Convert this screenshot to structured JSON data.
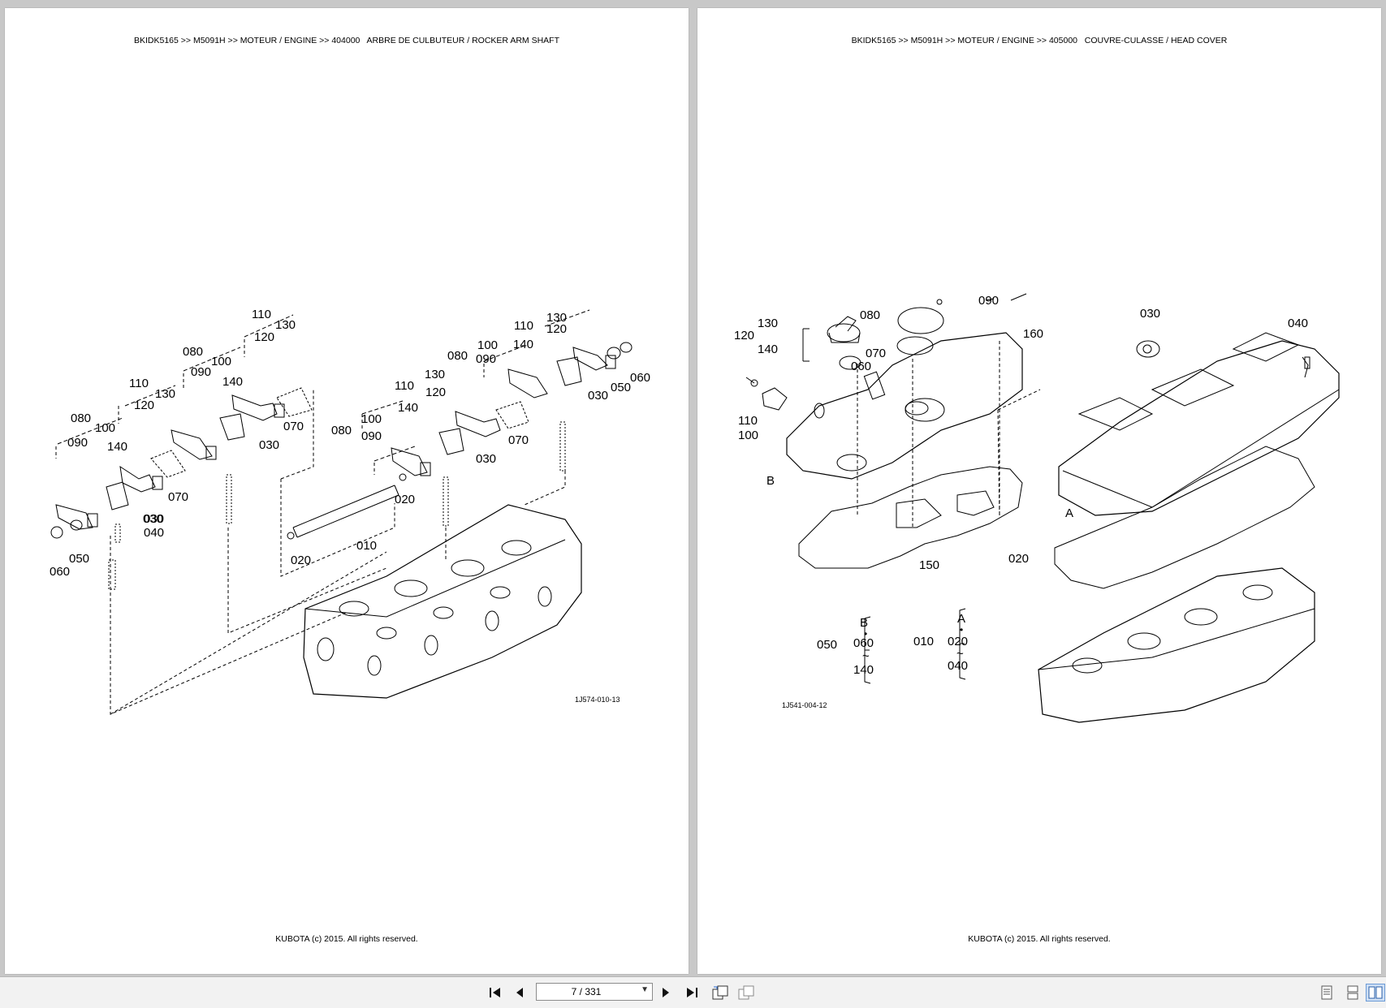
{
  "left_page": {
    "header": "BKIDK5165 >> M5091H >> MOTEUR / ENGINE >> 404000   ARBRE DE CULBUTEUR / ROCKER ARM SHAFT",
    "footer": "KUBOTA (c) 2015. All rights reserved.",
    "figure_code": "1J574-010-13",
    "callouts": [
      "110",
      "130",
      "120",
      "080",
      "100",
      "090",
      "140",
      "070",
      "030",
      "110",
      "120",
      "130",
      "080",
      "100",
      "090",
      "140",
      "070",
      "030",
      "130",
      "110",
      "120",
      "140",
      "080",
      "100",
      "090",
      "060",
      "050",
      "030",
      "110",
      "130",
      "120",
      "140",
      "100",
      "090",
      "080",
      "070",
      "030",
      "020",
      "010",
      "020",
      "030",
      "040",
      "050",
      "060"
    ]
  },
  "right_page": {
    "header": "BKIDK5165 >> M5091H >> MOTEUR / ENGINE >> 405000   COUVRE-CULASSE / HEAD COVER",
    "footer": "KUBOTA (c) 2015. All rights reserved.",
    "figure_code": "1J541-004-12",
    "callouts": [
      "090",
      "080",
      "130",
      "120",
      "140",
      "070",
      "060",
      "160",
      "110",
      "100",
      "B",
      "150",
      "030",
      "040",
      "A",
      "020"
    ],
    "legend": {
      "b_group": {
        "head": "050",
        "letter": "B",
        "from": "060",
        "tilde": "~",
        "to": "140"
      },
      "a_group": {
        "head": "010",
        "letter": "A",
        "from": "020",
        "tilde": "~",
        "to": "040"
      }
    }
  },
  "toolbar": {
    "page_indicator": "7 / 331",
    "icons": [
      "first-page-icon",
      "previous-page-icon",
      "next-page-icon",
      "last-page-icon",
      "page-layout-icon",
      "page-compare-icon",
      "single-page-view-icon",
      "continuous-view-icon",
      "two-page-view-icon"
    ]
  }
}
